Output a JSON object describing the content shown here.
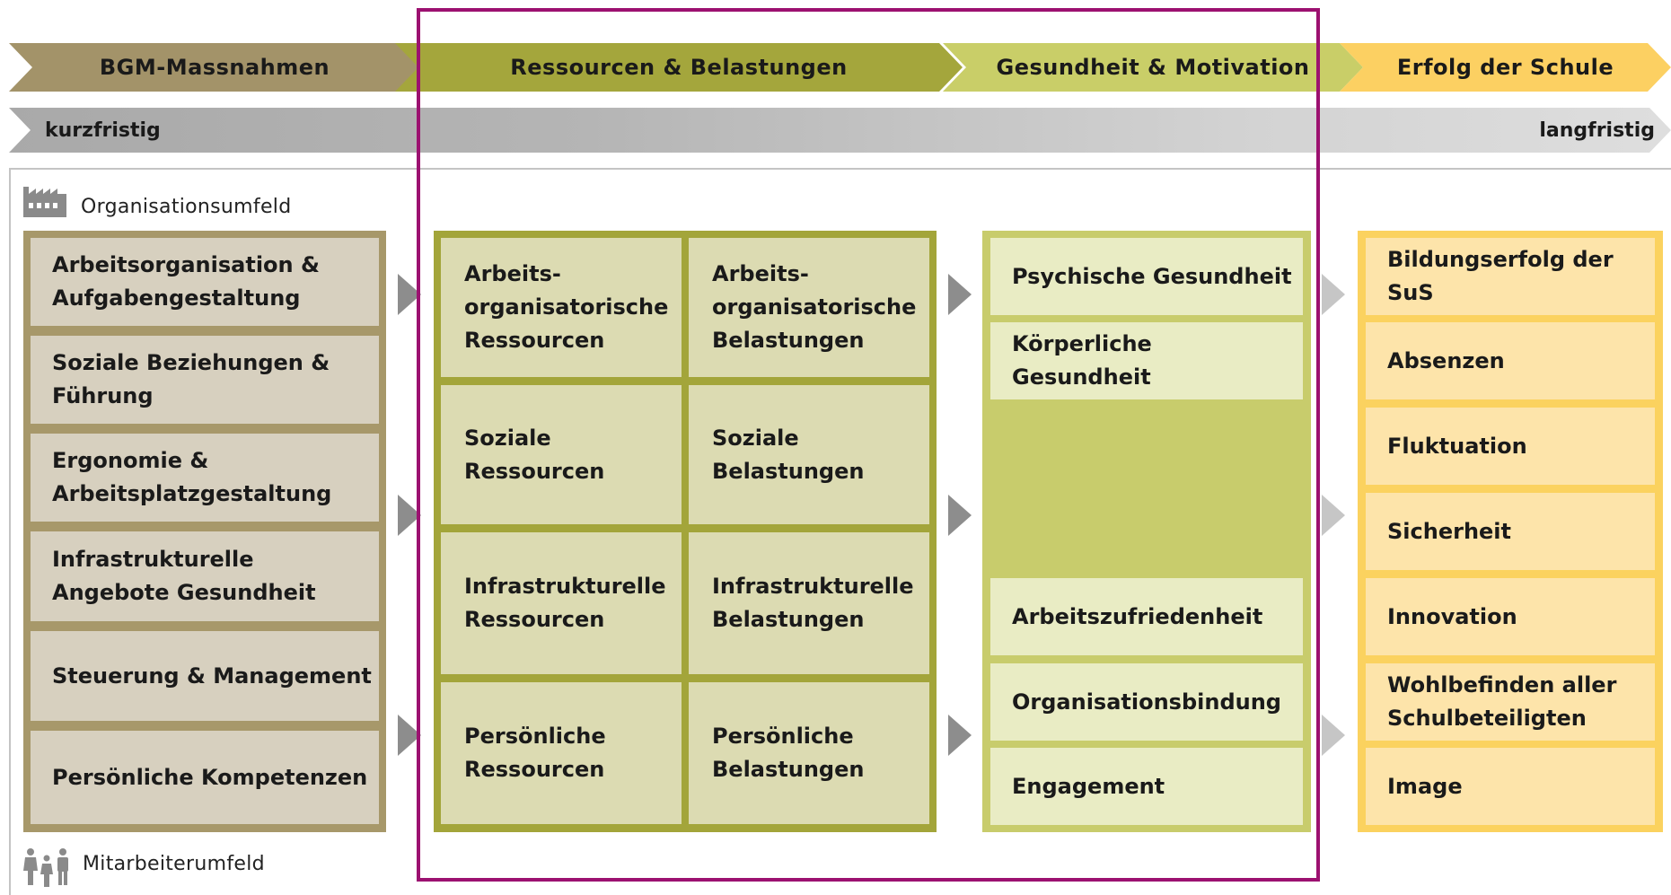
{
  "header": {
    "stages": [
      {
        "label": "BGM-Massnahmen",
        "color": "#a39369"
      },
      {
        "label": "Ressourcen & Belastungen",
        "color": "#a4a63c"
      },
      {
        "label": "Gesundheit & Motivation",
        "color": "#c9ce68"
      },
      {
        "label": "Erfolg der Schule",
        "color": "#fcd062"
      }
    ]
  },
  "timeline": {
    "start": "kurzfristig",
    "end": "langfristig"
  },
  "environment": {
    "organisation": "Organisationsumfeld",
    "employees": "Mitarbeiterumfeld"
  },
  "columns": {
    "massnahmen": [
      "Arbeitsorganisation & Aufgabengestaltung",
      "Soziale Beziehungen & Führung",
      "Ergonomie & Arbeitsplatzgestaltung",
      "Infrastrukturelle Angebote Gesundheit",
      "Steuerung & Management",
      "Persönliche Kompetenzen"
    ],
    "ressourcen": [
      "Arbeits-organisatorische Ressourcen",
      "Soziale Ressourcen",
      "Infrastrukturelle Ressourcen",
      "Persönliche Ressourcen"
    ],
    "belastungen": [
      "Arbeits-organisatorische Belastungen",
      "Soziale Belastungen",
      "Infrastrukturelle Belastungen",
      "Persönliche Belastungen"
    ],
    "gesundheit": [
      "Psychische Gesundheit",
      "Körperliche Gesundheit",
      "Arbeitszufriedenheit",
      "Organisationsbindung",
      "Engagement"
    ],
    "erfolg": [
      "Bildungserfolg der SuS",
      "Absenzen",
      "Fluktuation",
      "Sicherheit",
      "Innovation",
      "Wohlbefinden aller Schulbeteiligten",
      "Image"
    ]
  },
  "colors": {
    "highlight": "#9c1170",
    "arrow_dark": "#8d8d8d",
    "arrow_light": "#c6c6c6"
  }
}
